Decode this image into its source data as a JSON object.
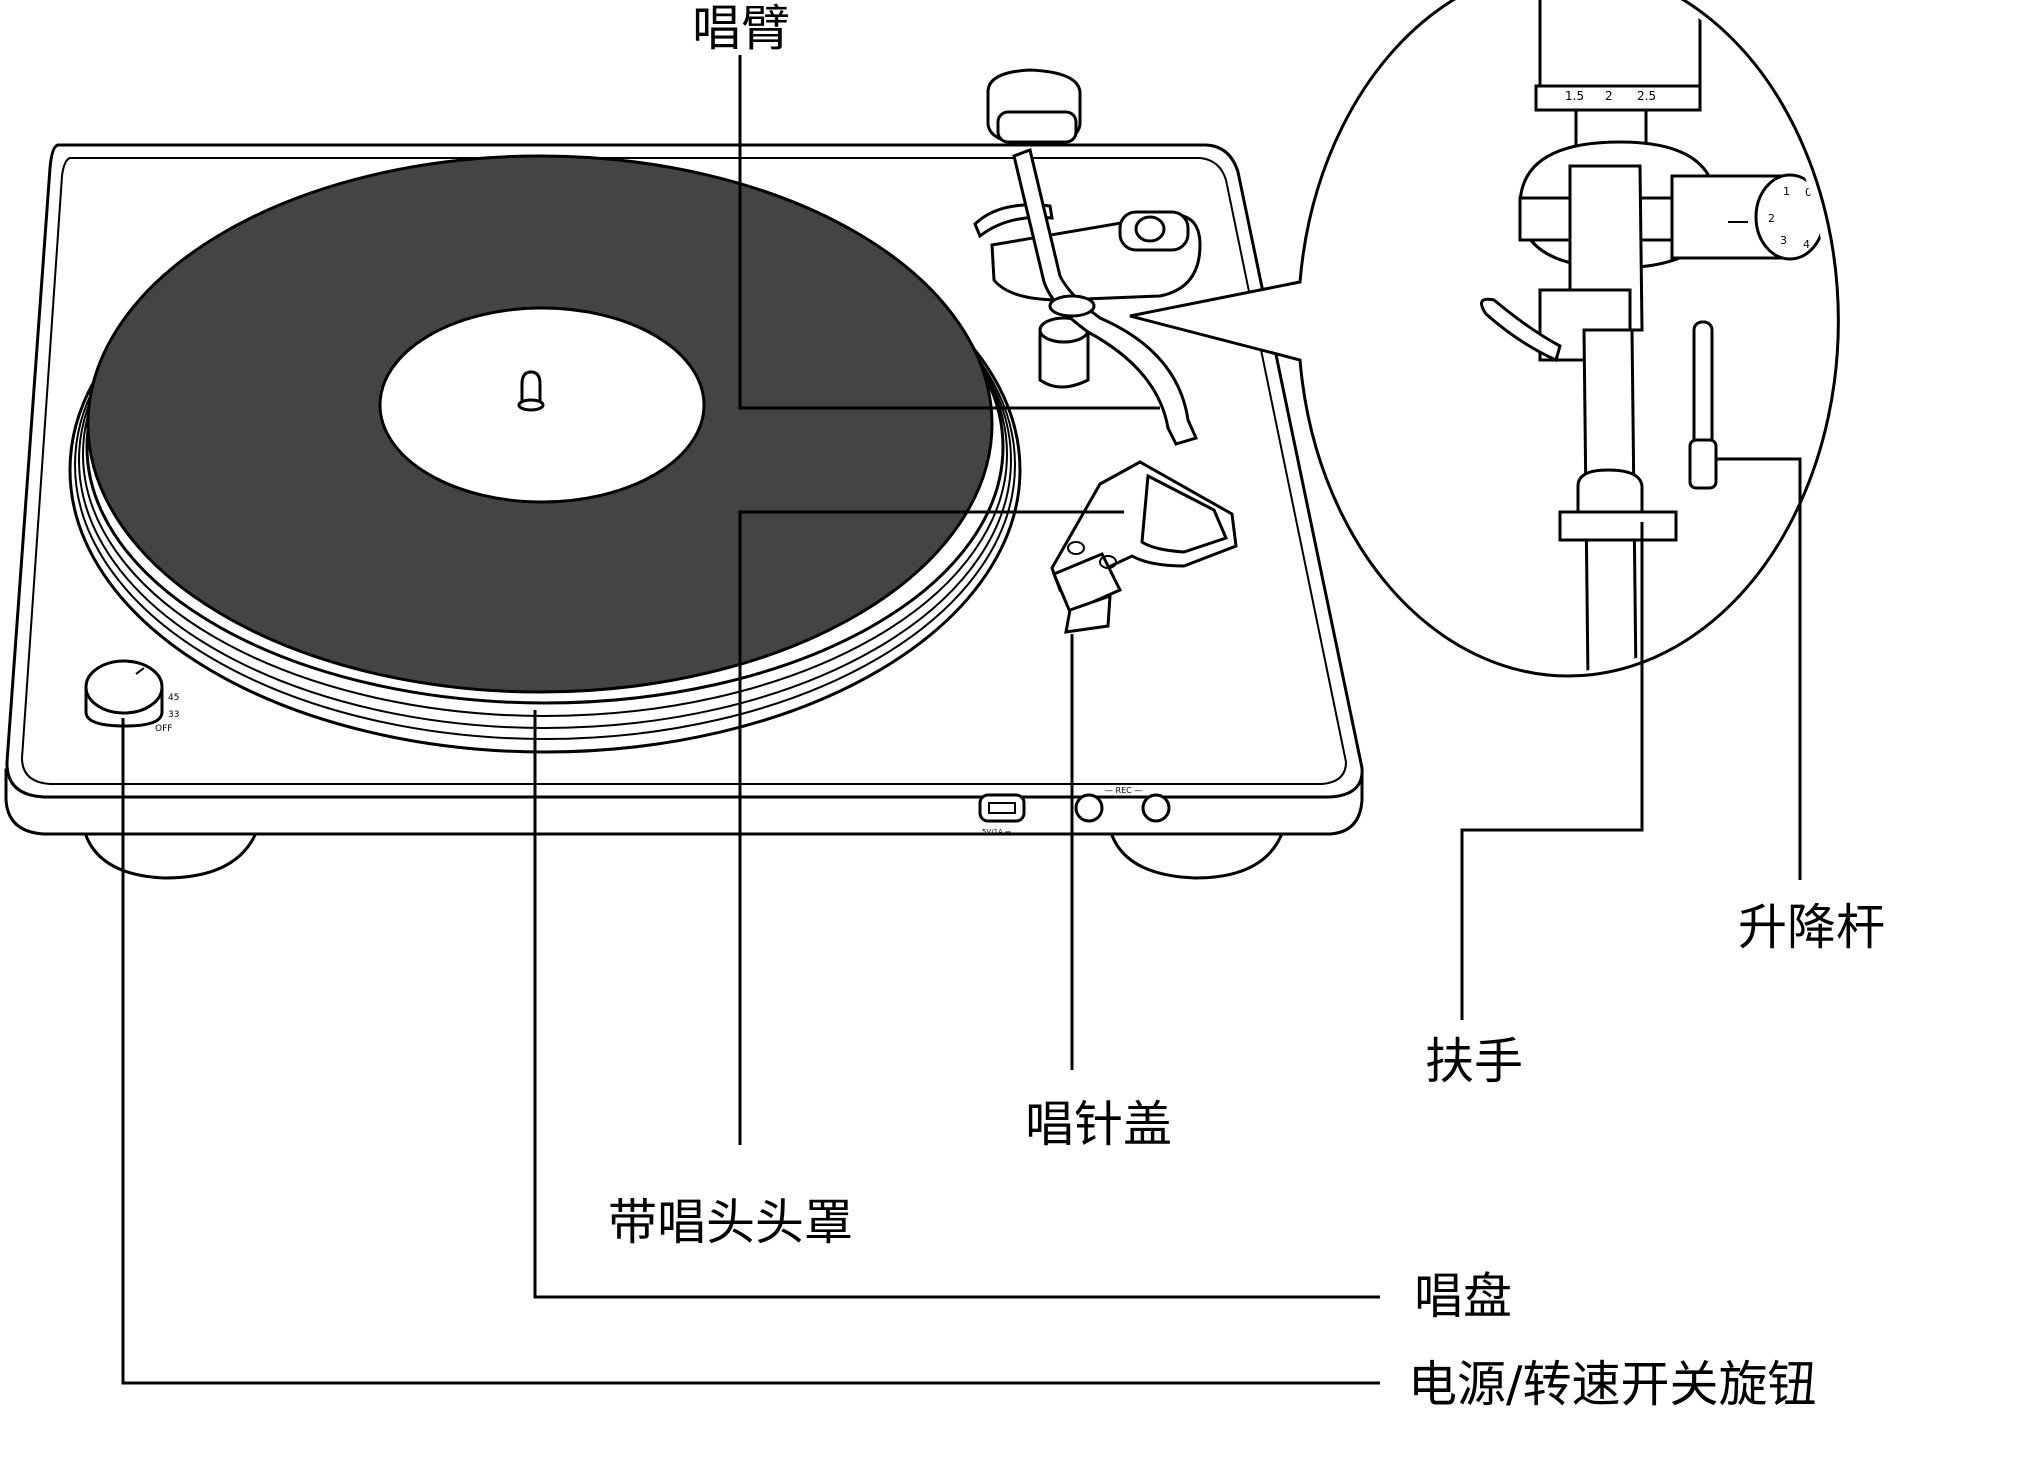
{
  "diagram": {
    "labels": {
      "tonearm": "唱臂",
      "headshell": "带唱头头罩",
      "stylus_guard": "唱针盖",
      "platter": "唱盘",
      "power_speed_knob": "电源/转速开关旋钮",
      "finger_lift": "扶手",
      "lift_lever": "升降杆"
    },
    "knob_marks": [
      "45",
      "33",
      "OFF"
    ],
    "front_panel": {
      "usb_mark": "5V/1A ⎓",
      "rec_mark": "— REC —"
    },
    "counterweight_scale": [
      "1.5",
      "2",
      "2.5"
    ],
    "antiskate_scale": [
      "0",
      "1",
      "2",
      "3",
      "4"
    ],
    "colors": {
      "record": "#444444",
      "ink": "#000000",
      "paper": "#ffffff"
    }
  }
}
